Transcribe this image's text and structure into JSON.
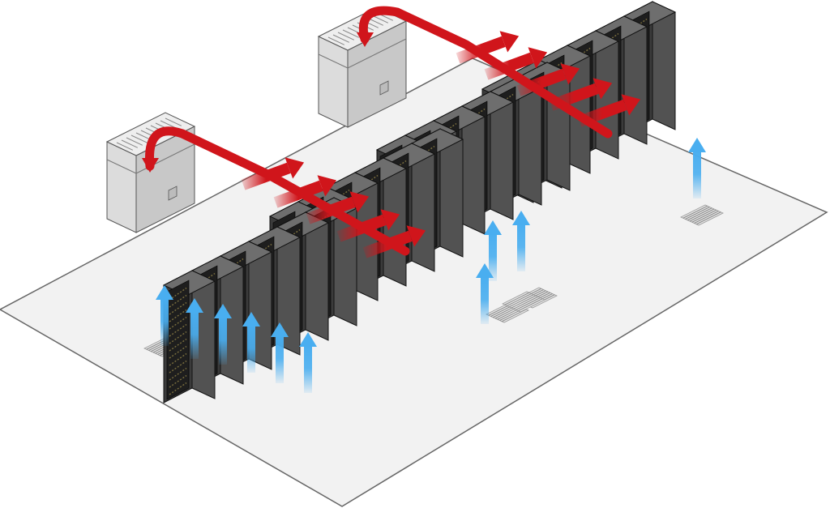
{
  "diagram": {
    "type": "data-center-hot-aisle-cold-aisle-airflow",
    "colors": {
      "floor": "#f2f2f2",
      "floor_edge": "#666666",
      "rack_front": "#3b3b3b",
      "rack_side": "#525252",
      "rack_top": "#6e6e6e",
      "rack_door": "#1e1e1e",
      "rack_led": "#9a8a4a",
      "crac_body": "#dcdcdc",
      "crac_top": "#eeeeee",
      "crac_side": "#c8c8c8",
      "vent_tile": "#bdbdbd",
      "cold_air": "#49aef0",
      "hot_air": "#d0151b"
    },
    "icons": [
      "cooling-unit-icon",
      "server-rack-icon",
      "floor-vent-icon",
      "cold-air-arrow-icon",
      "hot-air-arrow-icon"
    ],
    "rack_rows": [
      {
        "id": "row-front",
        "racks": 6,
        "cold_air_intake": true
      },
      {
        "id": "row-middle",
        "racks": 6,
        "hot_air_exhaust": true
      },
      {
        "id": "row-middle-back",
        "racks": 6,
        "cold_air_intake": true
      },
      {
        "id": "row-back",
        "racks": 6,
        "hot_air_exhaust": true
      }
    ],
    "cooling_units": 2,
    "hot_air_return_paths": 2
  }
}
